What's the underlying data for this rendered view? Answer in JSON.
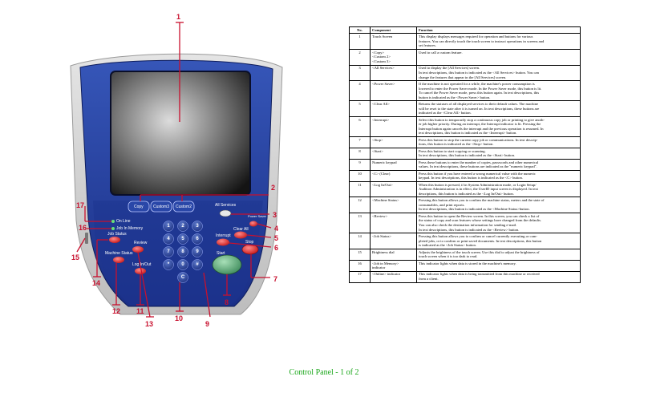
{
  "caption": "Control Panel - 1 of 2",
  "panel": {
    "buttons": {
      "copy": "Copy",
      "custom3": "Custom3",
      "custom2": "Custom2",
      "all_services": "All Services",
      "power_saver": "Power Saver",
      "clear_all": "Clear All",
      "interrupt": "Interrupt",
      "stop": "Stop",
      "start": "Start",
      "job_status": "Job Status",
      "review": "Review",
      "machine_status": "Machine Status",
      "log_in_out": "Log In/Out"
    },
    "indicators": {
      "online": "On Line",
      "job_in_memory": "Job In Memory"
    },
    "keypad": [
      "1",
      "2",
      "3",
      "4",
      "5",
      "6",
      "7",
      "8",
      "9",
      "*",
      "0",
      "#",
      "C"
    ]
  },
  "callouts": [
    "1",
    "2",
    "3",
    "4",
    "5",
    "6",
    "7",
    "8",
    "9",
    "10",
    "11",
    "12",
    "13",
    "14",
    "15",
    "16",
    "17"
  ],
  "table": {
    "headers": {
      "no": "No.",
      "component": "Component",
      "function": "Function"
    },
    "rows": [
      {
        "no": "1",
        "component": [
          "Touch Screen"
        ],
        "function": [
          "This display displays messages required for operation and buttons for various",
          "features. You can directly touch the touch screen to instruct operations in screens and",
          "set features."
        ]
      },
      {
        "no": "2",
        "component": [
          "<Copy>",
          "<Custom 2>",
          "<Custom 3>"
        ],
        "function": [
          "Used to call a custom feature."
        ]
      },
      {
        "no": "3",
        "component": [
          "<All Services>"
        ],
        "function": [
          "Used to display the [All Services] screen.",
          "In text descriptions, this button is indicated as the <All Services> button. You can",
          "change the features that appear in the [All Services] screen."
        ]
      },
      {
        "no": "4",
        "component": [
          "<Power Saver>"
        ],
        "function": [
          "If the machine is not operated for a while, the machine's power consumption is",
          "lowered to enter the Power Saver mode. In the Power Saver mode, this button is lit.",
          "To cancel the Power Saver mode, press this button again. In text descriptions, this",
          "button is indicated as the <Power Saver> button."
        ]
      },
      {
        "no": "5",
        "component": [
          "<Clear All>"
        ],
        "function": [
          "Returns the statuses of all displayed services to their default values.  The machine",
          "will be reset to the state after it is turned on.  In text descriptions, these buttons are",
          "indicated as the <Clear All> button."
        ]
      },
      {
        "no": "6",
        "component": [
          "<Interrupt>"
        ],
        "function": [
          "Select this button to temporarily stop a continuous copy job or printing to give anoth-",
          "er job higher priority. During an interrupt, the Interrupt indicator is lit. Pressing the",
          "Interrupt button again cancels the interrupt and the previous operation is resumed.  In",
          "text descriptions, this button is indicated as the <Interrupt> button."
        ]
      },
      {
        "no": "7",
        "component": [
          "<Stop>"
        ],
        "function": [
          "Press this button to stop the current copy job or communications.  In text descrip-",
          "tions, this button is indicated as the <Stop> button."
        ]
      },
      {
        "no": "8",
        "component": [
          "<Start>"
        ],
        "function": [
          "Press this button to start copying or scanning.",
          "In text descriptions, this button is indicated as the <Start> button."
        ]
      },
      {
        "no": "9",
        "component": [
          "Numeric keypad"
        ],
        "function": [
          "Press these buttons to enter the number of copies, passwords and other numerical",
          "values.  In text descriptions, these buttons are indicated as the \"numeric keypad\"."
        ]
      },
      {
        "no": "10",
        "component": [
          "<C> (Clear)"
        ],
        "function": [
          "Press this button if you have entered a wrong numerical value with the numeric",
          "keypad. In text descriptions, this button is indicated as the <C> button."
        ]
      },
      {
        "no": "11",
        "component": [
          "<Log In/Out>"
        ],
        "function": [
          "When this button is pressed, if in System Administration mode, or Login Setup/",
          "Auditron Administration is in effect, the UserID input screen is displayed. In text",
          "descriptions, this button is indicated as the <Log In/Out> button."
        ]
      },
      {
        "no": "12",
        "component": [
          "<Machine Status>"
        ],
        "function": [
          "Pressing this button allows you to confirm the machine status, meters and the state of",
          "consumables, and print reports.",
          "In text descriptions, this button is indicated as the <Machine Status>button."
        ]
      },
      {
        "no": "13",
        "component": [
          "<Review>"
        ],
        "function": [
          "Press this button to open the Review screen. In this screen, you can check a list of",
          "the status of copy and scan features whose settings have changed from the defaults.",
          "You can also check the destination information for sending e-mail.",
          "In text descriptions, this button is indicated as the <Review> button."
        ]
      },
      {
        "no": "14",
        "component": [
          "<Job Status>"
        ],
        "function": [
          "Pressing this button allows you to confirm or cancel currently executing or com-",
          "pleted jobs, or to confirm or print saved documents. In text descriptions, this button",
          "is indicated as the <Job Status> button."
        ]
      },
      {
        "no": "15",
        "component": [
          "Brightness dial"
        ],
        "function": [
          "Adjusts the brightness of the touch screen. Use this dial to adjust the brightness of",
          "touch screen when it is too dark to read."
        ]
      },
      {
        "no": "16",
        "component": [
          "<Job in Memory>",
          "indicator"
        ],
        "function": [
          "This indicator lights when data is stored in the machine's memory."
        ]
      },
      {
        "no": "17",
        "component": [
          "<Online> indicator"
        ],
        "function": [
          "This indicator lights when data is being transmitted from this machine or received",
          "from a client."
        ]
      }
    ]
  }
}
